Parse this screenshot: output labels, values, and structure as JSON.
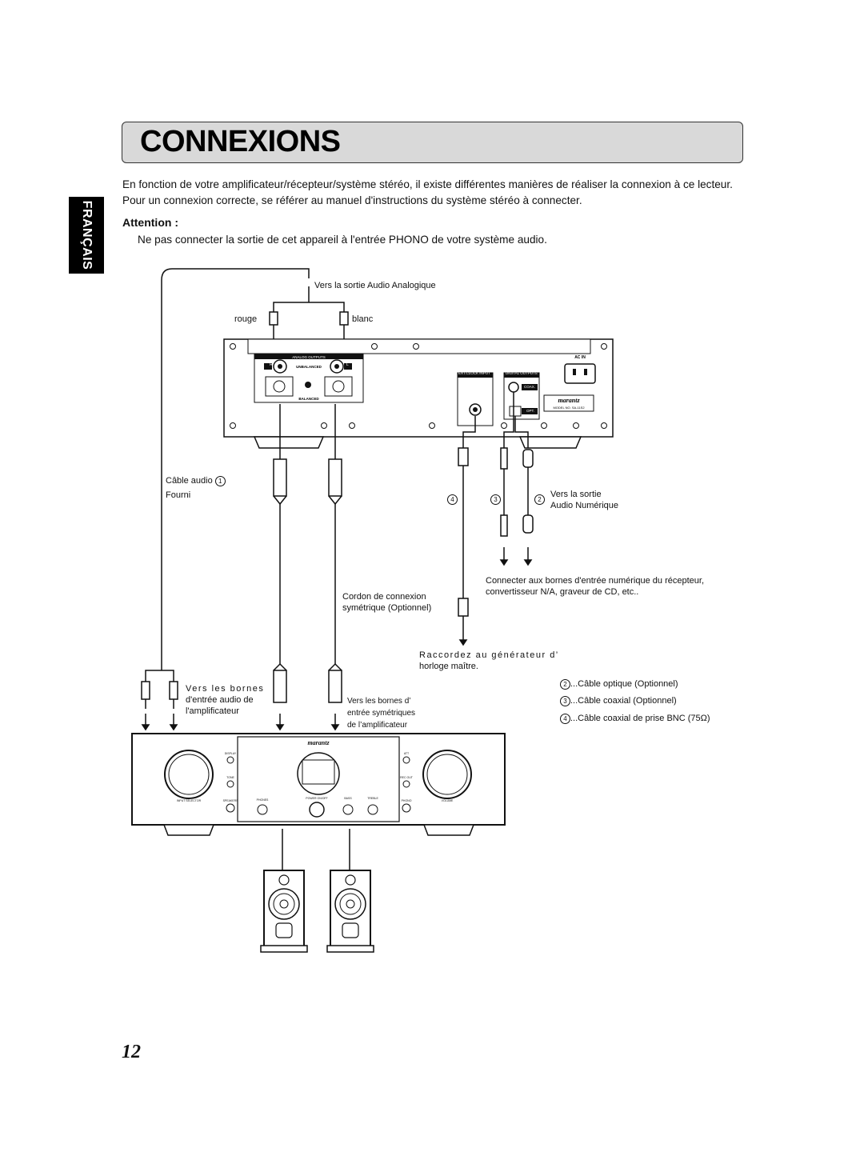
{
  "header": {
    "title": "CONNEXIONS",
    "language_tab": "FRANÇAIS"
  },
  "intro": {
    "line1": "En fonction de votre amplificateur/récepteur/système stéréo, il existe différentes manières de réaliser la connexion à ce lecteur.",
    "line2": "Pour un connexion correcte, se référer au manuel d'instructions du système stéréo à connecter."
  },
  "attention": {
    "heading": "Attention :",
    "text": "Ne pas connecter la sortie de cet appareil à l'entrée PHONO de votre système audio."
  },
  "diagram": {
    "analog_out_label": "Vers la sortie Audio Analogique",
    "rouge": "rouge",
    "blanc": "blanc",
    "player_panel": {
      "analog_outputs": "ANALOG OUTPUTS",
      "unbalanced": "UNBALANCED",
      "balanced": "BALANCED",
      "r": "R",
      "l": "L",
      "ext_clock": "EXT.CLOCK INPUT",
      "digital_outputs": "DIGITAL OUTPUTS",
      "coax": "COAX.",
      "opt": "OPT.",
      "ac_in": "AC IN",
      "brand": "marantz",
      "model": "MODEL NO.  SA-11S2"
    },
    "cable_audio": "Câble audio",
    "cable_audio_num": "1",
    "fourni": "Fourni",
    "num4": "4",
    "num3": "3",
    "num2": "2",
    "vers_sortie": "Vers la sortie",
    "audio_numerique": "Audio Numérique",
    "connect_line1": "Connecter aux bornes d'entrée numérique du récepteur,",
    "connect_line2": "convertisseur N/A, graveur de CD, etc..",
    "cordon_line1": "Cordon de connexion",
    "cordon_line2": "symétrique (Optionnel)",
    "raccordez_line1": "Raccordez au générateur d’",
    "raccordez_line2": "horloge maître.",
    "vers_bornes_line1": "Vers les bornes",
    "vers_bornes_line2": "d'entrée audio de",
    "vers_bornes_line3": "l'amplificateur",
    "vers_sym_line1": "Vers les bornes d’",
    "vers_sym_line2": "entrée symétriques",
    "vers_sym_line3": "de l’amplificateur",
    "legend": [
      {
        "num": "2",
        "text": "...Câble optique (Optionnel)"
      },
      {
        "num": "3",
        "text": "...Câble coaxial (Optionnel)"
      },
      {
        "num": "4",
        "text": "...Câble coaxial de prise BNC (75Ω)"
      }
    ],
    "amp_brand": "marantz",
    "amp_labels": {
      "input_selector": "INPUT SELECTOR",
      "volume": "VOLUME",
      "display": "DISPLAY",
      "tone": "TONE",
      "speakers": "SPEAKERS",
      "phones": "PHONES",
      "power": "POWER ON/OFF",
      "bass": "BASS",
      "treble": "TREBLE",
      "att": "ATT",
      "rec_out": "REC OUT",
      "phono": "PHONO"
    }
  },
  "page_number": "12"
}
